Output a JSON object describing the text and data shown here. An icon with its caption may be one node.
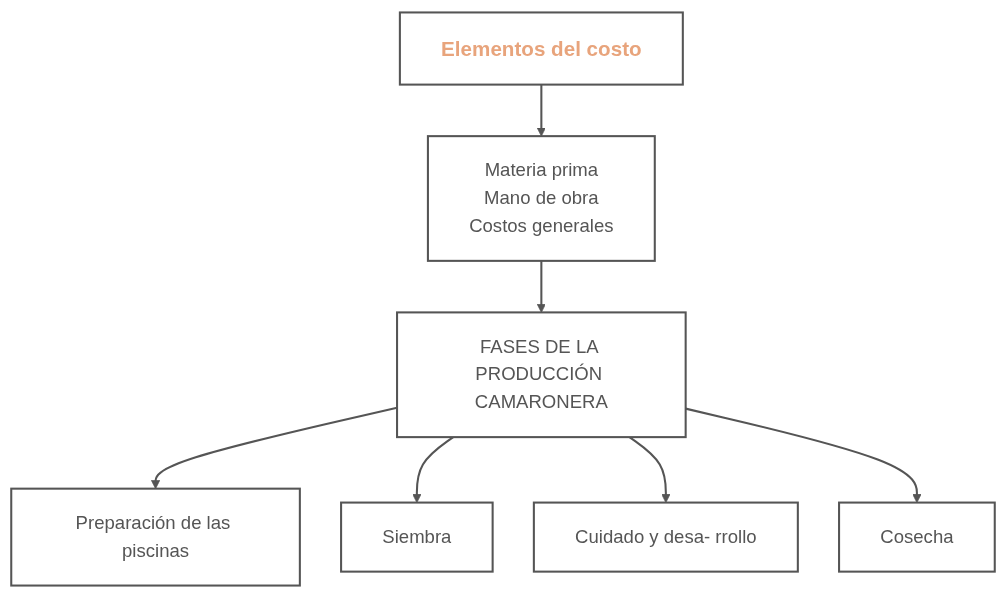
{
  "diagram": {
    "nodes": [
      {
        "text": [
          "Elementos del costo"
        ]
      },
      {
        "text": [
          "Materia prima",
          "Mano de obra",
          "Costos generales"
        ]
      },
      {
        "text": [
          "FASES DE LA PRODUCCIÓN CAMARONERA"
        ]
      },
      {
        "text": [
          "Preparación de las piscinas"
        ]
      },
      {
        "text": [
          "Siembra"
        ]
      },
      {
        "text": [
          "Cuidado y desa- rrollo"
        ]
      },
      {
        "text": [
          "Cosecha"
        ]
      }
    ],
    "edges": [
      {
        "from": 0,
        "to": 1,
        "arrow": "to"
      },
      {
        "from": 1,
        "to": 2,
        "arrow": "to"
      },
      {
        "from": 2,
        "to": 3,
        "arrow": "to"
      },
      {
        "from": 2,
        "to": 4,
        "arrow": "to"
      },
      {
        "from": 2,
        "to": 5,
        "arrow": "to"
      },
      {
        "from": 2,
        "to": 6,
        "arrow": "to"
      }
    ]
  }
}
